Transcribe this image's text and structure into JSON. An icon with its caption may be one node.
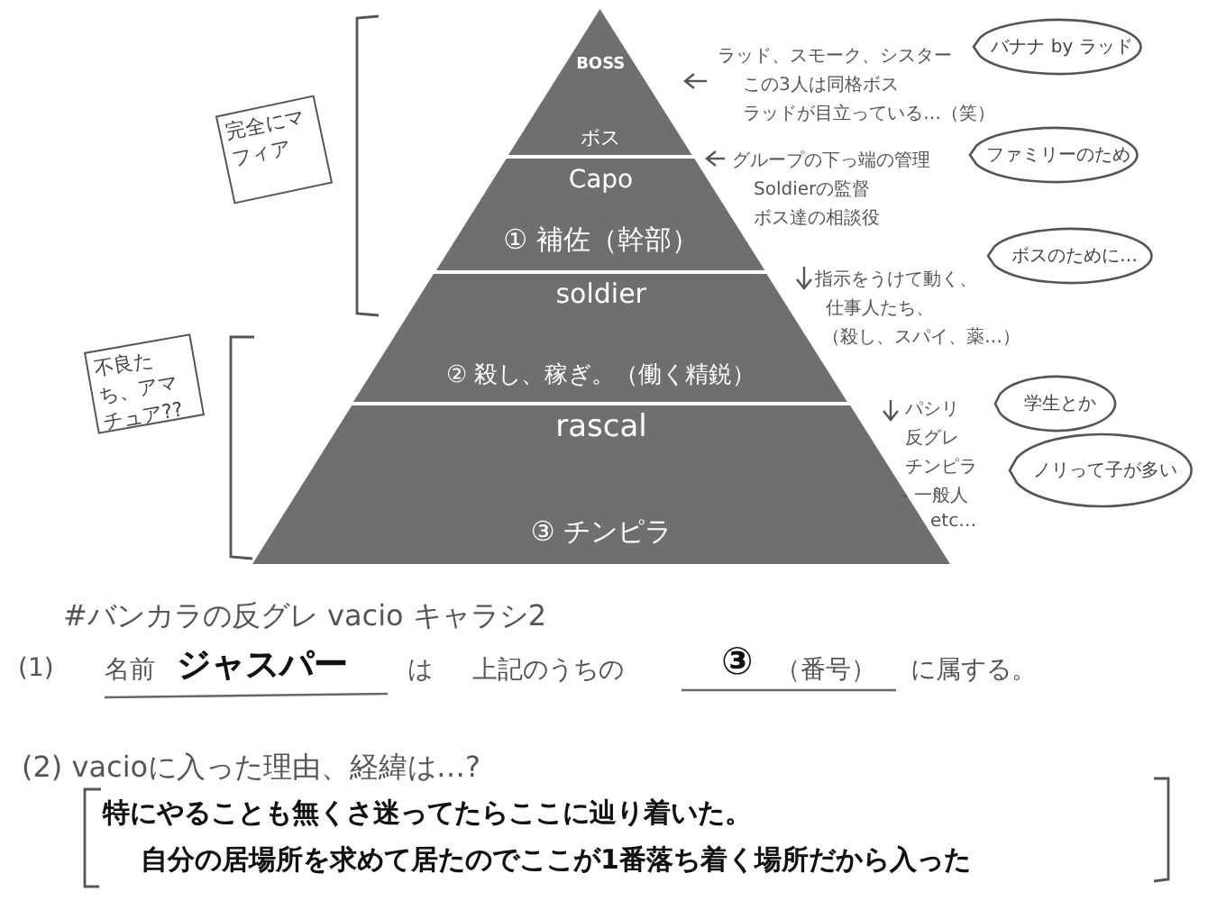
{
  "diagram": {
    "nodes": [
      {
        "text": [
          "BOSS",
          "ボス"
        ]
      },
      {
        "text": [
          "Capo",
          "① 補佐（幹部）"
        ]
      },
      {
        "text": [
          "soldier",
          "② 殺し、稼ぎ。（働く精鋭）"
        ]
      },
      {
        "text": [
          "rascal",
          "③ チンピラ"
        ]
      },
      {
        "text": [
          "完全にマフィア"
        ]
      },
      {
        "text": [
          "不良たち、アマチュア??"
        ]
      },
      {
        "text": [
          "バナナ by ラッド"
        ]
      },
      {
        "text": [
          "ファミリーのため"
        ]
      },
      {
        "text": [
          "ボスのために…"
        ]
      },
      {
        "text": [
          "学生とか"
        ]
      },
      {
        "text": [
          "ノリって子が多い"
        ]
      }
    ],
    "edges": [],
    "labels": [
      "ラッド、スモーク、シスター",
      "この3人は同格ボス",
      "ラッドが目立っている…（笑）",
      "グループの下っ端の管理",
      "Soldierの監督",
      "ボス達の相談役",
      "指示をうけて動く、",
      "仕事人たち、",
      "（殺し、スパイ、薬…）",
      "パシリ",
      "反グレ",
      "チンピラ",
      "- 一般人",
      "etc…",
      "#バンカラの反グレ vacio キャラシ2",
      "(1)",
      "名前",
      "ジャスパー",
      "は",
      "上記のうちの",
      "③",
      "（番号）",
      "に属する。",
      "(2) vacioに入った理由、経緯は…?",
      "特にやることも無くさ迷ってたらここに辿り着いた。",
      "自分の居場所を求めて居たのでここが1番落ち着く場所だから入った"
    ]
  }
}
